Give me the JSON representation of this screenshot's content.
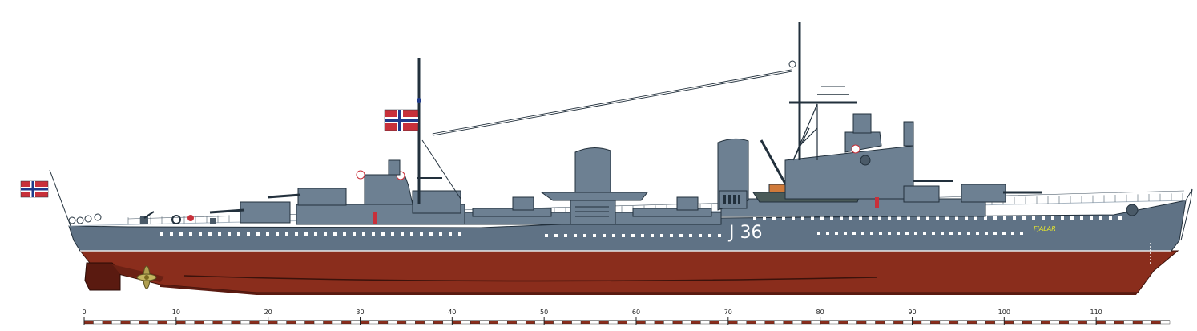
{
  "ship": {
    "hull_number": "J 36",
    "name": "FjALAR",
    "colors": {
      "hull_grey": "#5f7285",
      "superstructure_grey": "#6d8092",
      "boot_topping": "#8a2d1c",
      "waterline_dark": "#5a1a10",
      "deck_light": "#a9b6c2",
      "flag_red": "#c8303a",
      "flag_blue": "#1f3a8a",
      "propeller": "#b0a050",
      "boat_orange": "#d07a3a"
    },
    "icons": [
      "norwegian-flag-icon",
      "propeller-icon",
      "gun-turret-icon",
      "mast-icon"
    ]
  },
  "scale": {
    "labels": [
      "0",
      "10",
      "20",
      "30",
      "40",
      "50",
      "60",
      "70",
      "80",
      "90",
      "100",
      "110"
    ],
    "segments": 118
  }
}
